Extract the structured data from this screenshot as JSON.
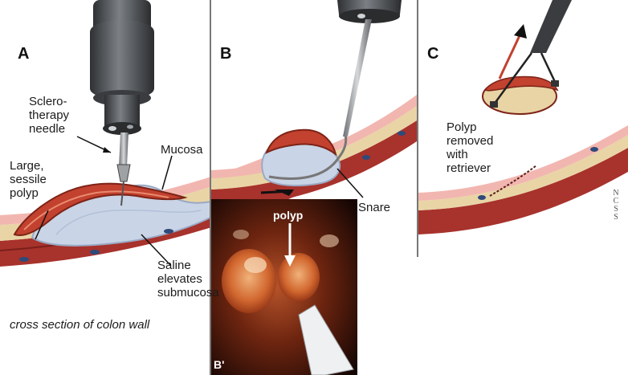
{
  "panels": {
    "a": {
      "letter": "A",
      "labels": {
        "needle": "Sclero-\ntherapy\nneedle",
        "mucosa": "Mucosa",
        "polyp": "Large,\nsessile\npolyp",
        "saline": "Saline\nelevates\nsubmucosa"
      },
      "caption": "cross section of colon wall"
    },
    "b": {
      "letter": "B",
      "labels": {
        "snare": "Snare"
      }
    },
    "b_photo": {
      "letter": "B'",
      "labels": {
        "polyp": "polyp"
      }
    },
    "c": {
      "letter": "C",
      "labels": {
        "removed": "Polyp\nremoved\nwith\nretriever"
      },
      "watermark": "NCSS"
    }
  },
  "colors": {
    "mucosa_pink": "#f2b6b0",
    "muscle_red": "#a8322c",
    "submucosa_tan": "#e9d4a6",
    "saline_blue": "#c9d4e6",
    "polyp_red": "#c2412f",
    "endoscope_gray": "#5a5d60",
    "photo_dark": "#3a1608"
  }
}
